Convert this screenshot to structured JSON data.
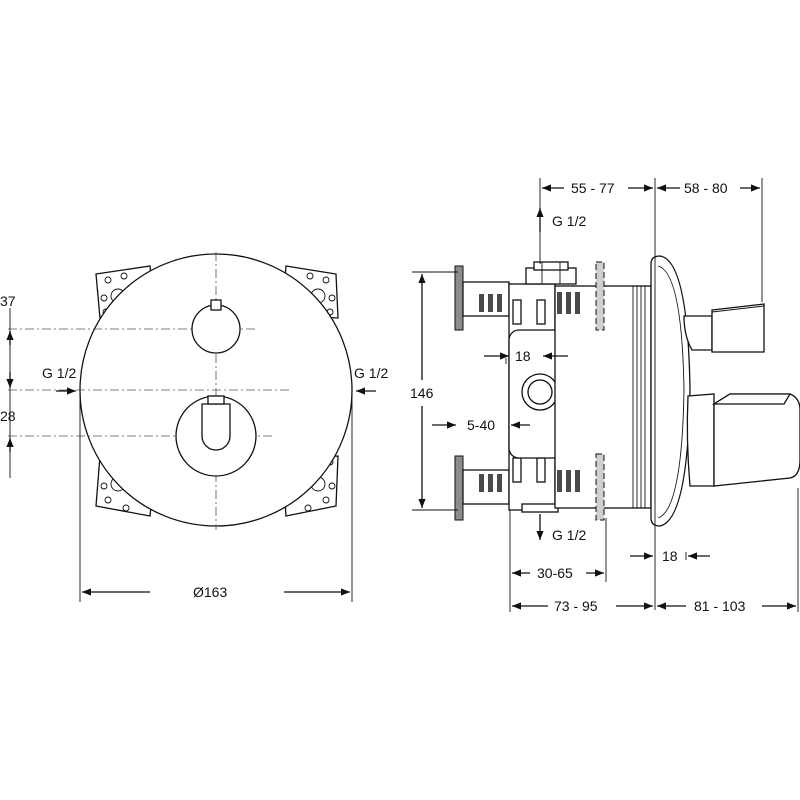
{
  "front_view": {
    "dim_top_offset": "37",
    "dim_bottom_offset": "28",
    "inlet_left": "G 1/2",
    "inlet_right": "G 1/2",
    "diameter": "Ø163"
  },
  "side_view": {
    "dim_top_left": "55 - 77",
    "dim_top_right": "58 - 80",
    "outlet_top": "G 1/2",
    "outlet_bottom": "G 1/2",
    "height": "146",
    "port_width": "18",
    "port_offset": "5-40",
    "plaster_depth": "18",
    "body_range": "30-65",
    "dim_bottom_left": "73 - 95",
    "dim_bottom_right": "81 - 103"
  }
}
